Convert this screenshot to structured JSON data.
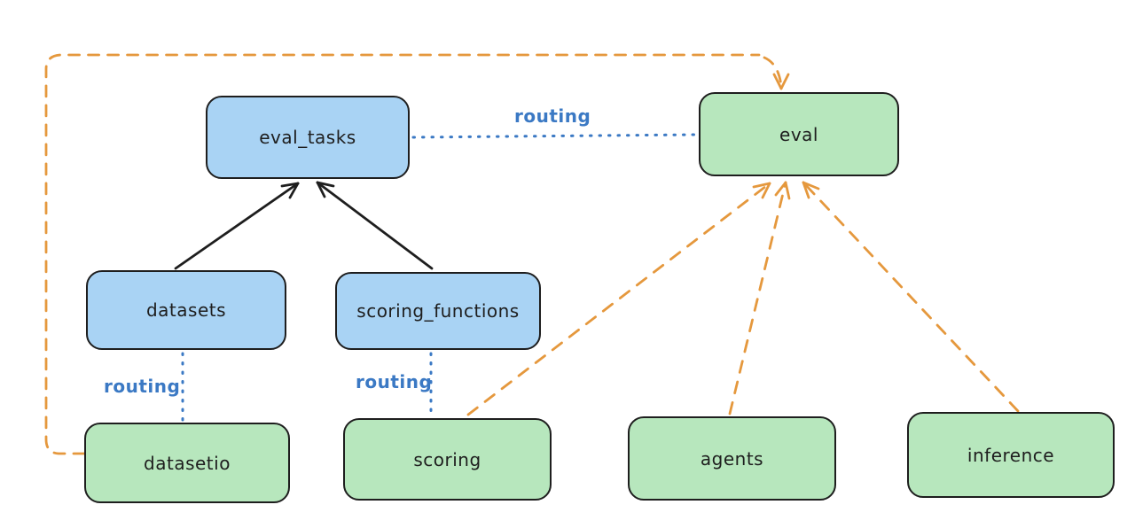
{
  "diagram": {
    "background": "#ffffff",
    "colors": {
      "node_blue_fill": "#a9d3f4",
      "node_green_fill": "#b7e7bd",
      "node_border": "#1e1e1e",
      "solid_arrow_black": "#1e1e1e",
      "routing_blue": "#3b79c4",
      "dashed_orange": "#e5983d"
    }
  },
  "nodes": [
    {
      "id": "eval_tasks",
      "label": "eval_tasks",
      "fill": "blue"
    },
    {
      "id": "eval",
      "label": "eval",
      "fill": "green"
    },
    {
      "id": "datasets",
      "label": "datasets",
      "fill": "blue"
    },
    {
      "id": "scoring_functions",
      "label": "scoring_functions",
      "fill": "blue"
    },
    {
      "id": "datasetio",
      "label": "datasetio",
      "fill": "green"
    },
    {
      "id": "scoring",
      "label": "scoring",
      "fill": "green"
    },
    {
      "id": "agents",
      "label": "agents",
      "fill": "green"
    },
    {
      "id": "inference",
      "label": "inference",
      "fill": "green"
    }
  ],
  "edges": [
    {
      "from": "datasets",
      "to": "eval_tasks",
      "style": "solid",
      "color": "#1e1e1e",
      "label": ""
    },
    {
      "from": "scoring_functions",
      "to": "eval_tasks",
      "style": "solid",
      "color": "#1e1e1e",
      "label": ""
    },
    {
      "from": "eval_tasks",
      "to": "eval",
      "style": "dotted",
      "color": "#3b79c4",
      "label": "routing"
    },
    {
      "from": "datasets",
      "to": "datasetio",
      "style": "dotted",
      "color": "#3b79c4",
      "label": "routing"
    },
    {
      "from": "scoring_functions",
      "to": "scoring",
      "style": "dotted",
      "color": "#3b79c4",
      "label": "routing"
    },
    {
      "from": "datasetio",
      "to": "eval",
      "style": "dashed",
      "color": "#e5983d",
      "label": ""
    },
    {
      "from": "scoring",
      "to": "eval",
      "style": "dashed",
      "color": "#e5983d",
      "label": ""
    },
    {
      "from": "agents",
      "to": "eval",
      "style": "dashed",
      "color": "#e5983d",
      "label": ""
    },
    {
      "from": "inference",
      "to": "eval",
      "style": "dashed",
      "color": "#e5983d",
      "label": ""
    }
  ]
}
